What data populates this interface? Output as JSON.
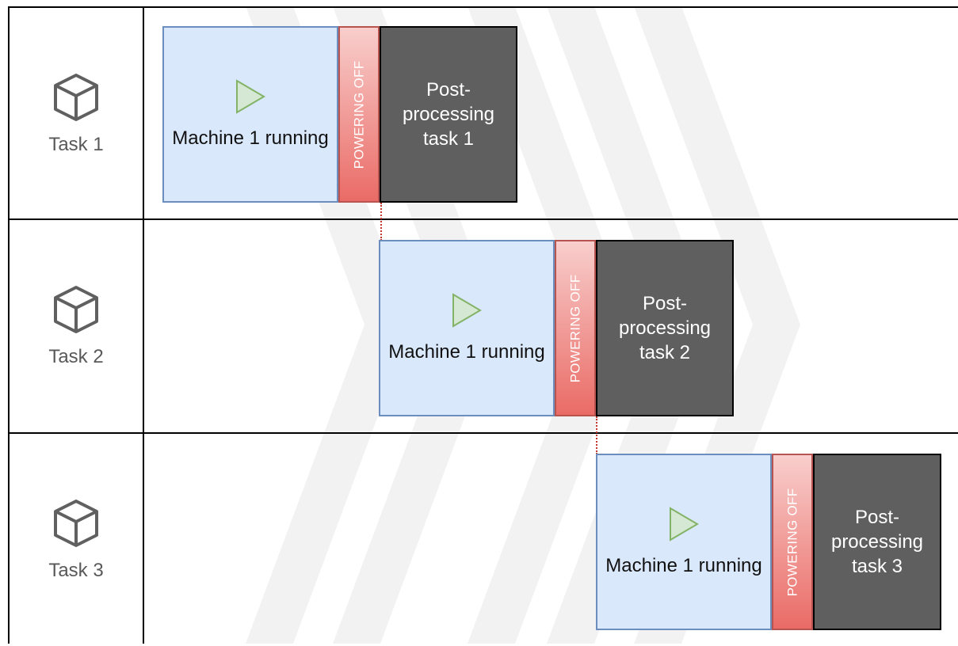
{
  "lanes": [
    {
      "task_label": "Task 1",
      "icon": "cube-icon",
      "running_label": "Machine 1 running",
      "powering_label": "POWERING OFF",
      "post_label": "Post-processing task 1"
    },
    {
      "task_label": "Task 2",
      "icon": "cube-icon",
      "running_label": "Machine 1 running",
      "powering_label": "POWERING OFF",
      "post_label": "Post-processing task 2"
    },
    {
      "task_label": "Task 3",
      "icon": "cube-icon",
      "running_label": "Machine 1 running",
      "powering_label": "POWERING OFF",
      "post_label": "Post-processing task 3"
    }
  ],
  "colors": {
    "running_fill": "#dae8fc",
    "running_stroke": "#6c8ebf",
    "play_fill": "#d5e8d4",
    "play_stroke": "#82b366",
    "powering_top": "#f8cecc",
    "powering_bottom": "#ea6b66",
    "post_fill": "#5f5f5f",
    "connector": "#c0392b"
  }
}
